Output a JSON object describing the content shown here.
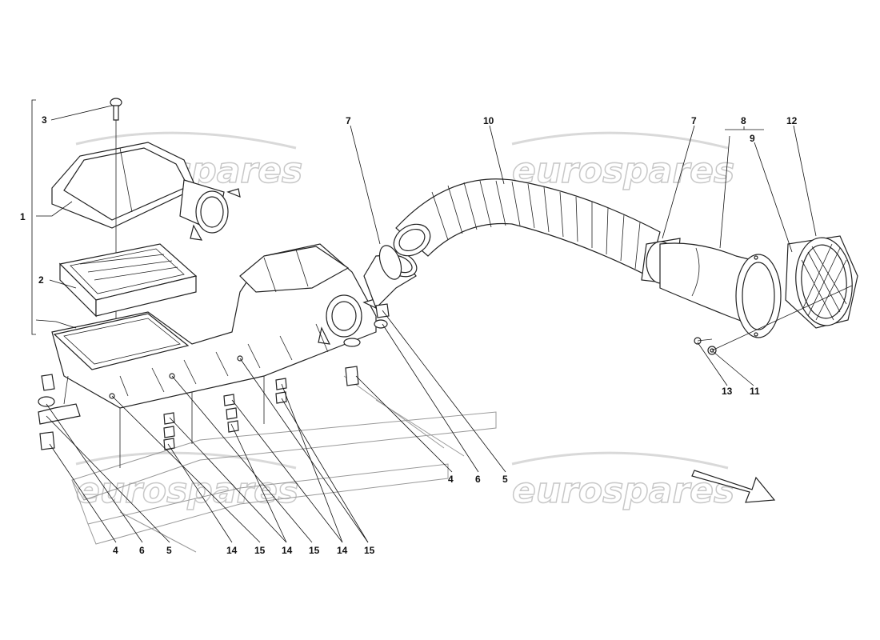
{
  "watermark": {
    "text": "eurospares"
  },
  "callouts": {
    "c1": "1",
    "c2": "2",
    "c3": "3",
    "c4a": "4",
    "c4b": "4",
    "c5a": "5",
    "c5b": "5",
    "c6a": "6",
    "c6b": "6",
    "c7a": "7",
    "c7b": "7",
    "c8": "8",
    "c9": "9",
    "c10": "10",
    "c11": "11",
    "c12": "12",
    "c13": "13",
    "c14a": "14",
    "c14b": "14",
    "c14c": "14",
    "c15a": "15",
    "c15b": "15",
    "c15c": "15"
  }
}
